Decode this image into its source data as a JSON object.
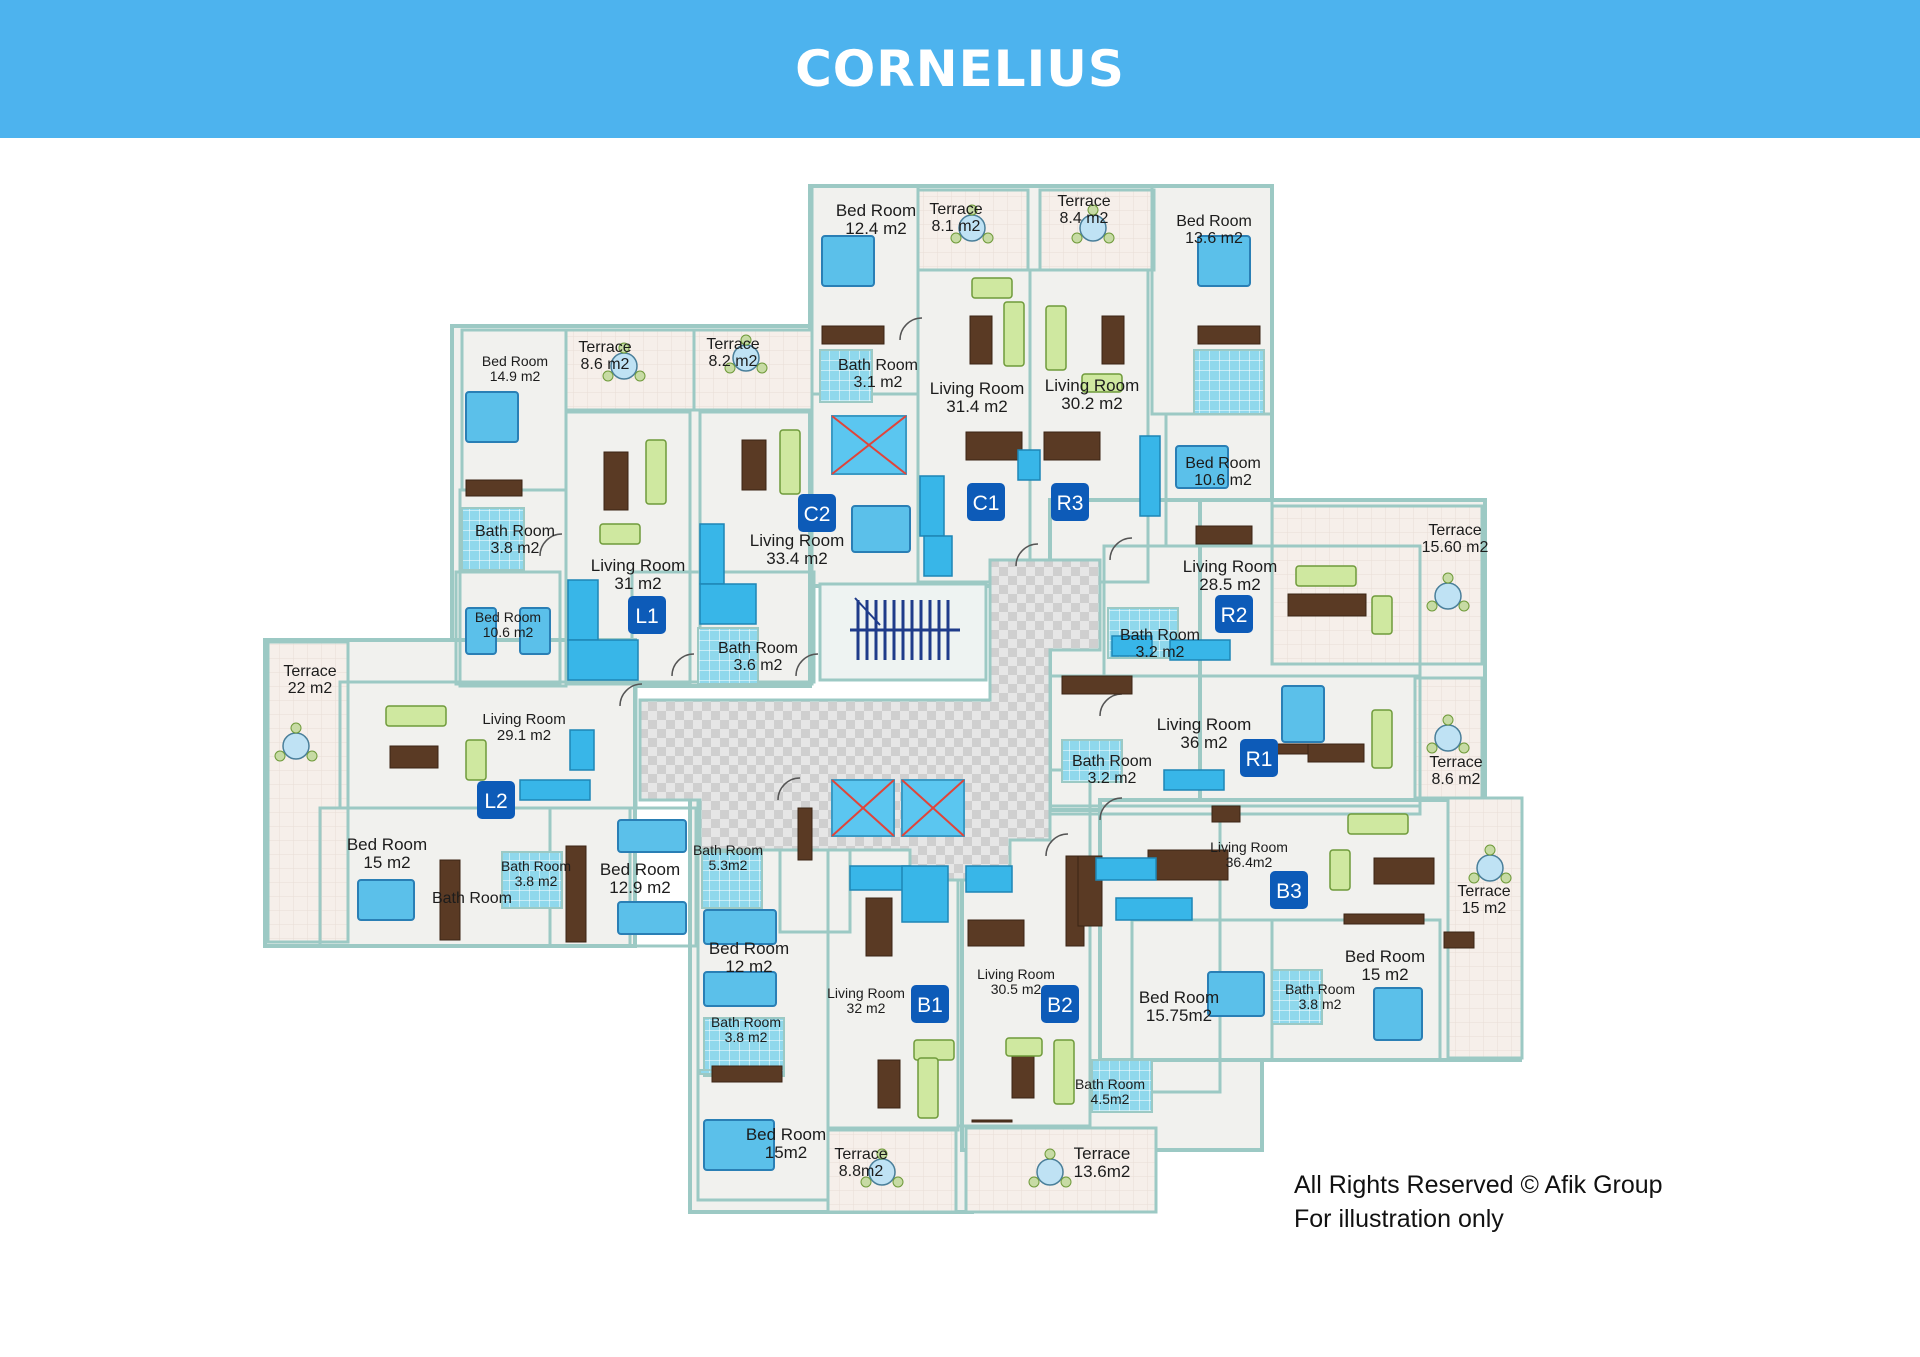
{
  "header": {
    "title": "CORNELIUS"
  },
  "colors": {
    "banner": "#4db3ee",
    "floor": "#f1f1ee",
    "wall": "#9cc9c4",
    "terrace": "#f5eee9",
    "badge": "#0d5bb8",
    "bath_tile": "#7fd0e6",
    "bed_blue": "#5bc0ea",
    "wood": "#5a3a24",
    "sofa": "#cfe8a0",
    "corridor_light": "#e6e6e6",
    "corridor_dark": "#cfcfcf"
  },
  "units": [
    {
      "id": "L1",
      "rooms": [
        {
          "name": "Bed Room",
          "area": "14.9 m2"
        },
        {
          "name": "Terrace",
          "area": "8.6 m2"
        },
        {
          "name": "Bath Room",
          "area": "3.8 m2"
        },
        {
          "name": "Living Room",
          "area": "31 m2"
        },
        {
          "name": "Bed Room",
          "area": "10.6 m2"
        }
      ]
    },
    {
      "id": "C2",
      "rooms": [
        {
          "name": "Terrace",
          "area": "8.2 m2"
        },
        {
          "name": "Living Room",
          "area": "33.4  m2"
        },
        {
          "name": "Bath Room",
          "area": "3.6 m2"
        }
      ]
    },
    {
      "id": "C1",
      "rooms": [
        {
          "name": "Bed Room",
          "area": "12.4 m2"
        },
        {
          "name": "Terrace",
          "area": "8.1 m2"
        },
        {
          "name": "Bath Room",
          "area": "3.1 m2"
        },
        {
          "name": "Living Room",
          "area": "31.4  m2"
        }
      ]
    },
    {
      "id": "R3",
      "rooms": [
        {
          "name": "Terrace",
          "area": "8.4 m2"
        },
        {
          "name": "Bed Room",
          "area": "13.6 m2"
        },
        {
          "name": "Living Room",
          "area": "30.2  m2"
        },
        {
          "name": "Bed Room",
          "area": "10.6 m2"
        }
      ]
    },
    {
      "id": "R2",
      "rooms": [
        {
          "name": "Terrace",
          "area": "15.60 m2"
        },
        {
          "name": "Living Room",
          "area": "28.5 m2"
        },
        {
          "name": "Bath Room",
          "area": "3.2 m2"
        }
      ]
    },
    {
      "id": "R1",
      "rooms": [
        {
          "name": "Living Room",
          "area": "36  m2"
        },
        {
          "name": "Bath Room",
          "area": "3.2 m2"
        },
        {
          "name": "Terrace",
          "area": "8.6 m2"
        }
      ]
    },
    {
      "id": "L2",
      "rooms": [
        {
          "name": "Terrace",
          "area": "22 m2"
        },
        {
          "name": "Living Room",
          "area": "29.1 m2"
        },
        {
          "name": "Bed Room",
          "area": "15 m2"
        },
        {
          "name": "Bath Room",
          "area": "3.8 m2"
        },
        {
          "name": "Bath Room",
          "area": ""
        },
        {
          "name": "Bed Room",
          "area": "12.9 m2"
        }
      ]
    },
    {
      "id": "B1",
      "rooms": [
        {
          "name": "Bath Room",
          "area": "5.3m2"
        },
        {
          "name": "Bed Room",
          "area": "12 m2"
        },
        {
          "name": "Living Room",
          "area": "32 m2"
        },
        {
          "name": "Bath Room",
          "area": "3.8 m2"
        },
        {
          "name": "Bed Room",
          "area": "15m2"
        },
        {
          "name": "Terrace",
          "area": "8.8m2"
        }
      ]
    },
    {
      "id": "B2",
      "rooms": [
        {
          "name": "Living Room",
          "area": "30.5 m2"
        },
        {
          "name": "Bath Room",
          "area": "4.5m2"
        },
        {
          "name": "Terrace",
          "area": "13.6m2"
        }
      ]
    },
    {
      "id": "B3",
      "rooms": [
        {
          "name": "Living Room",
          "area": "36.4m2"
        },
        {
          "name": "Terrace",
          "area": "15 m2"
        },
        {
          "name": "Bed Room",
          "area": "15.75m2"
        },
        {
          "name": "Bath Room",
          "area": "3.8 m2"
        },
        {
          "name": "Bed Room",
          "area": "15 m2"
        }
      ]
    }
  ],
  "footer": {
    "rights": "All Rights Reserved © Afik Group",
    "note": "For illustration only"
  }
}
